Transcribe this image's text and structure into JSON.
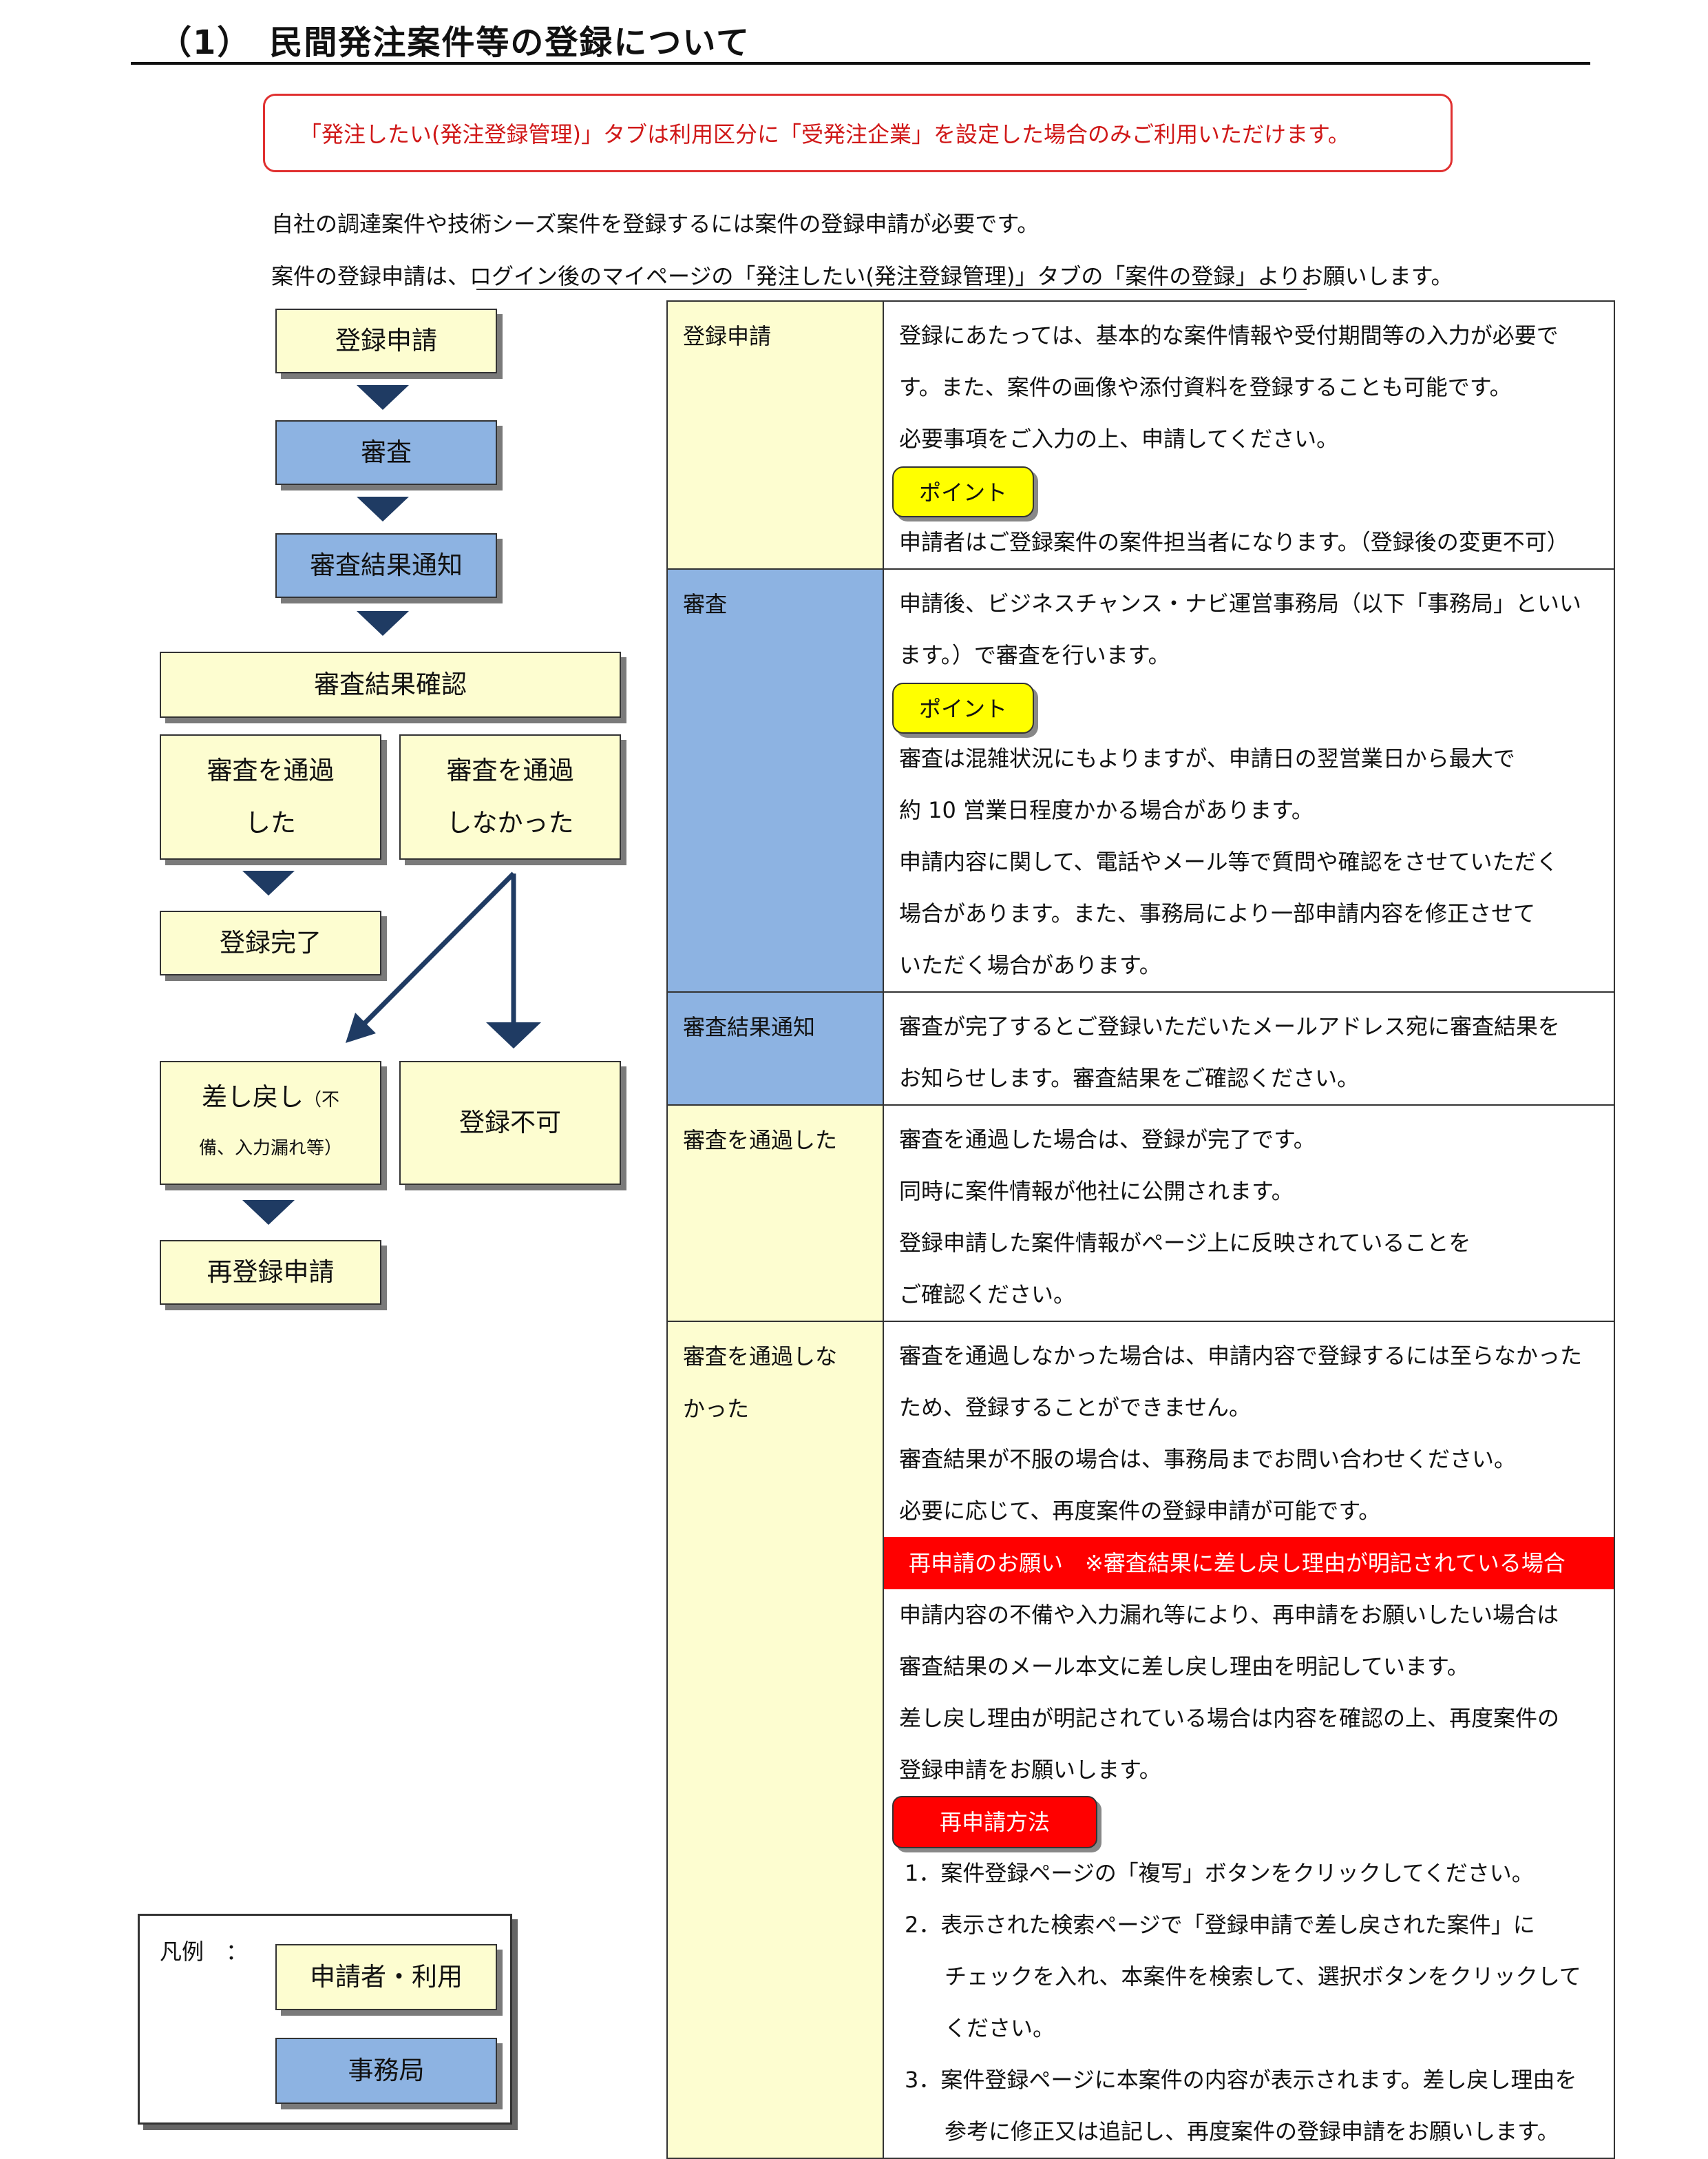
{
  "heading": {
    "title": "（1）　民間発注案件等の登録について"
  },
  "notice": {
    "text": "「発注したい(発注登録管理)」タブは利用区分に「受発注企業」を設定した場合のみご利用いただけます。"
  },
  "intro": {
    "line1": "自社の調達案件や技術シーズ案件を登録するには案件の登録申請が必要です。",
    "line2": "案件の登録申請は、ログイン後のマイページの「発注したい(発注登録管理)」タブの「案件の登録」よりお願いします。"
  },
  "flow": {
    "apply": "登録申請",
    "review": "審査",
    "notify": "審査結果通知",
    "confirm": "審査結果確認",
    "passed_line1": "審査を通過",
    "passed_line2": "した",
    "failed_line1": "審査を通過",
    "failed_line2": "しなかった",
    "complete": "登録完了",
    "returned_line1": "差し戻し",
    "returned_small1": "（不",
    "returned_small2": "備、入力漏れ等）",
    "rejected": "登録不可",
    "reapply": "再登録申請"
  },
  "legend": {
    "label": "凡例　：",
    "applicant": "申請者・利用",
    "office": "事務局"
  },
  "colors": {
    "applicant_fill": "#fdfdd0",
    "office_fill": "#8db3e2",
    "arrow": "#1f3b63",
    "notice_border": "#e03030",
    "alert_red": "#ff0000",
    "point_yellow": "#ffff00"
  },
  "table": {
    "rows": [
      {
        "label": "登録申請",
        "l1": "登録にあたっては、基本的な案件情報や受付期間等の入力が必要で",
        "l2": "す。また、案件の画像や添付資料を登録することも可能です。",
        "l3": "必要事項をご入力の上、申請してください。",
        "point": "ポイント",
        "l4": "申請者はご登録案件の案件担当者になります。（登録後の変更不可）"
      },
      {
        "label": "審査",
        "l1": "申請後、ビジネスチャンス・ナビ運営事務局（以下「事務局」といい",
        "l2": "ます。）で審査を行います。",
        "point": "ポイント",
        "l3": "審査は混雑状況にもよりますが、申請日の翌営業日から最大で",
        "l4": "約 10 営業日程度かかる場合があります。",
        "l5": "申請内容に関して、電話やメール等で質問や確認をさせていただく",
        "l6": "場合があります。また、事務局により一部申請内容を修正させて",
        "l7": "いただく場合があります。"
      },
      {
        "label": "審査結果通知",
        "l1": "審査が完了するとご登録いただいたメールアドレス宛に審査結果を",
        "l2": "お知らせします。審査結果をご確認ください。"
      },
      {
        "label": "審査を通過した",
        "l1": "審査を通過した場合は、登録が完了です。",
        "l2": "同時に案件情報が他社に公開されます。",
        "l3": "登録申請した案件情報がページ上に反映されていることを",
        "l4": "ご確認ください。"
      },
      {
        "label_l1": "審査を通過しな",
        "label_l2": "かった",
        "l1": "審査を通過しなかった場合は、申請内容で登録するには至らなかった",
        "l2": "ため、登録することができません。",
        "l3": "審査結果が不服の場合は、事務局までお問い合わせください。",
        "l4": "必要に応じて、再度案件の登録申請が可能です。",
        "red_bar": "再申請のお願い　※審査結果に差し戻し理由が明記されている場合",
        "l5": "申請内容の不備や入力漏れ等により、再申請をお願いしたい場合は",
        "l6": "審査結果のメール本文に差し戻し理由を明記しています。",
        "l7": "差し戻し理由が明記されている場合は内容を確認の上、再度案件の",
        "l8": "登録申請をお願いします。",
        "method": "再申請方法",
        "s1": "1．案件登録ページの「複写」ボタンをクリックしてください。",
        "s2a": "2．表示された検索ページで「登録申請で差し戻された案件」に",
        "s2b": "チェックを入れ、本案件を検索して、選択ボタンをクリックして",
        "s2c": "ください。",
        "s3a": "3．案件登録ページに本案件の内容が表示されます。差し戻し理由を",
        "s3b": "参考に修正又は追記し、再度案件の登録申請をお願いします。"
      }
    ]
  }
}
